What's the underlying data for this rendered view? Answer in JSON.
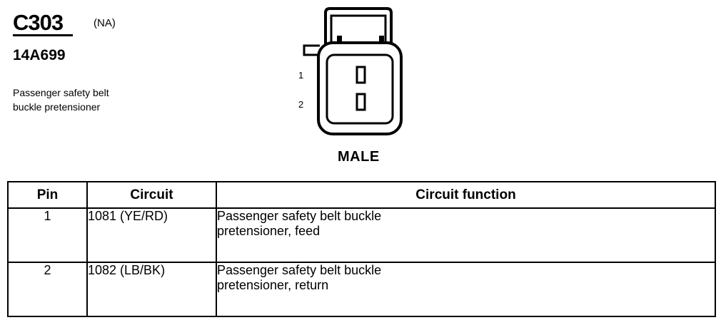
{
  "header": {
    "connector_code": "C303",
    "market": "(NA)",
    "part_number": "14A699",
    "description_line1": "Passenger safety belt",
    "description_line2": "buckle pretensioner"
  },
  "diagram": {
    "pin_label_1": "1",
    "pin_label_2": "2",
    "gender": "MALE"
  },
  "table": {
    "headers": {
      "pin": "Pin",
      "circuit": "Circuit",
      "function": "Circuit function"
    },
    "rows": [
      {
        "pin": "1",
        "circuit": "1081 (YE/RD)",
        "function_line1": "Passenger safety belt buckle",
        "function_line2": "pretensioner, feed"
      },
      {
        "pin": "2",
        "circuit": "1082 (LB/BK)",
        "function_line1": "Passenger safety belt buckle",
        "function_line2": "pretensioner, return"
      }
    ]
  }
}
